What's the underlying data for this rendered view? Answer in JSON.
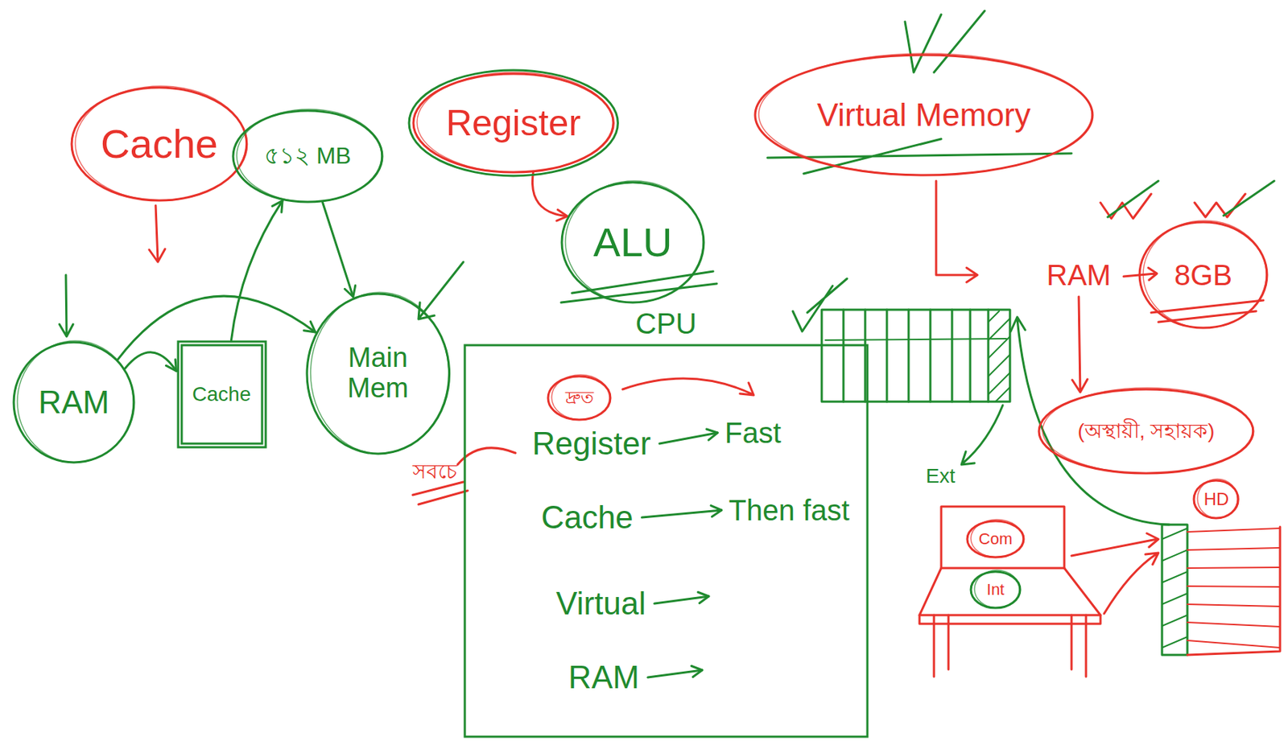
{
  "diagram": {
    "nodes": [
      {
        "text": [
          "Cache"
        ]
      },
      {
        "text": [
          "৫১২ MB"
        ]
      },
      {
        "text": [
          "Register"
        ]
      },
      {
        "text": [
          "Virtual Memory"
        ]
      },
      {
        "text": [
          "RAM"
        ]
      },
      {
        "text": [
          "Cache"
        ]
      },
      {
        "text": [
          "Main Mem"
        ]
      },
      {
        "text": [
          "ALU"
        ]
      },
      {
        "text": [
          "CPU"
        ]
      },
      {
        "text": [
          "দ্রুত"
        ],
        "in": 8
      },
      {
        "text": [
          "8GB"
        ]
      },
      {
        "text": [
          "(অস্থায়ী, সহায়ক)"
        ]
      },
      {
        "text": [
          "Com"
        ]
      },
      {
        "text": [
          "Int"
        ]
      },
      {
        "text": [
          "HD"
        ]
      }
    ],
    "edges": [
      {
        "from": 4,
        "to": 5,
        "arrow": "to"
      },
      {
        "from": 4,
        "to": 6,
        "arrow": "to"
      },
      {
        "from": 5,
        "to": 1,
        "arrow": "to"
      },
      {
        "from": 1,
        "to": 6,
        "arrow": "to"
      },
      {
        "from": 2,
        "to": 7,
        "arrow": "to"
      }
    ],
    "labels": [
      "RAM",
      "Ext",
      "সবচে",
      "Register",
      "Fast",
      "Cache",
      "Then fast",
      "Virtual",
      "RAM"
    ]
  }
}
